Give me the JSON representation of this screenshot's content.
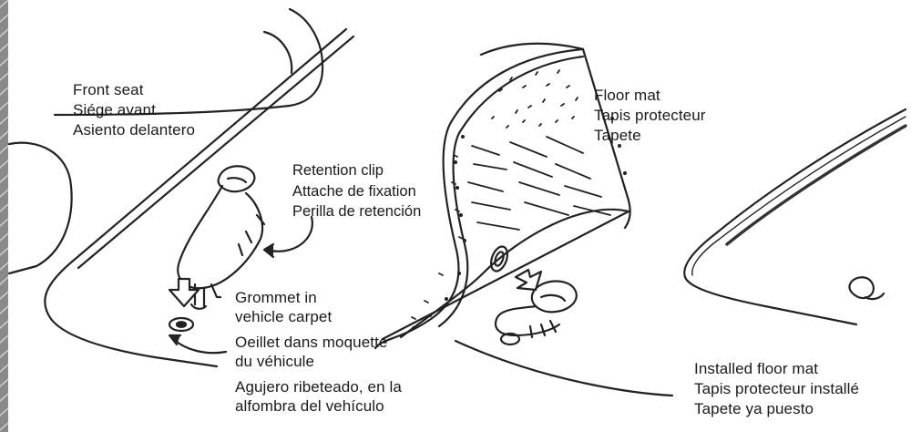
{
  "labels": {
    "front_seat": {
      "en": "Front seat",
      "fr": "Siége avant",
      "es": "Asiento delantero"
    },
    "retention_clip": {
      "en": "Retention clip",
      "fr": "Attache de fixation",
      "es": "Perilla de retención"
    },
    "floor_mat": {
      "en": "Floor mat",
      "fr": "Tapis protecteur",
      "es": "Tapete"
    },
    "grommet": {
      "en_1": "Grommet in",
      "en_2": "vehicle carpet",
      "fr_1": "Oeillet dans moquette",
      "fr_2": "du véhicule",
      "es_1": "Agujero ribeteado, en la",
      "es_2": "alfombra del vehículo"
    },
    "installed_mat": {
      "en": "Installed floor mat",
      "fr": "Tapis protecteur installé",
      "es": "Tapete ya puesto"
    }
  }
}
